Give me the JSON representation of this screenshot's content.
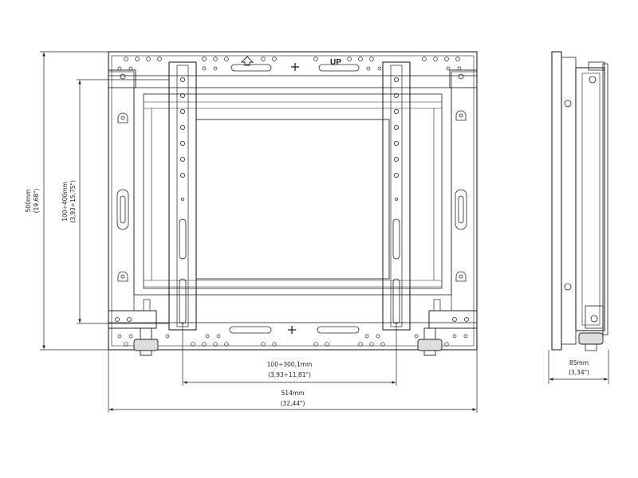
{
  "front_view": {
    "top_marker": "UP",
    "height_dim": {
      "value": "500mm",
      "inch": "(19,68\")"
    },
    "vesa_vertical_dim": {
      "value": "100÷400mm",
      "inch": "(3,93÷15,75\")"
    },
    "vesa_horizontal_dim": {
      "value": "100÷300,1mm",
      "inch": "(3,93÷11,81\")"
    },
    "width_dim": {
      "value": "514mm",
      "inch": "(32,44\")"
    }
  },
  "side_view": {
    "depth_dim": {
      "value": "85mm",
      "inch": "(3,34\")"
    }
  },
  "colors": {
    "line": "#222222",
    "background": "#ffffff"
  }
}
